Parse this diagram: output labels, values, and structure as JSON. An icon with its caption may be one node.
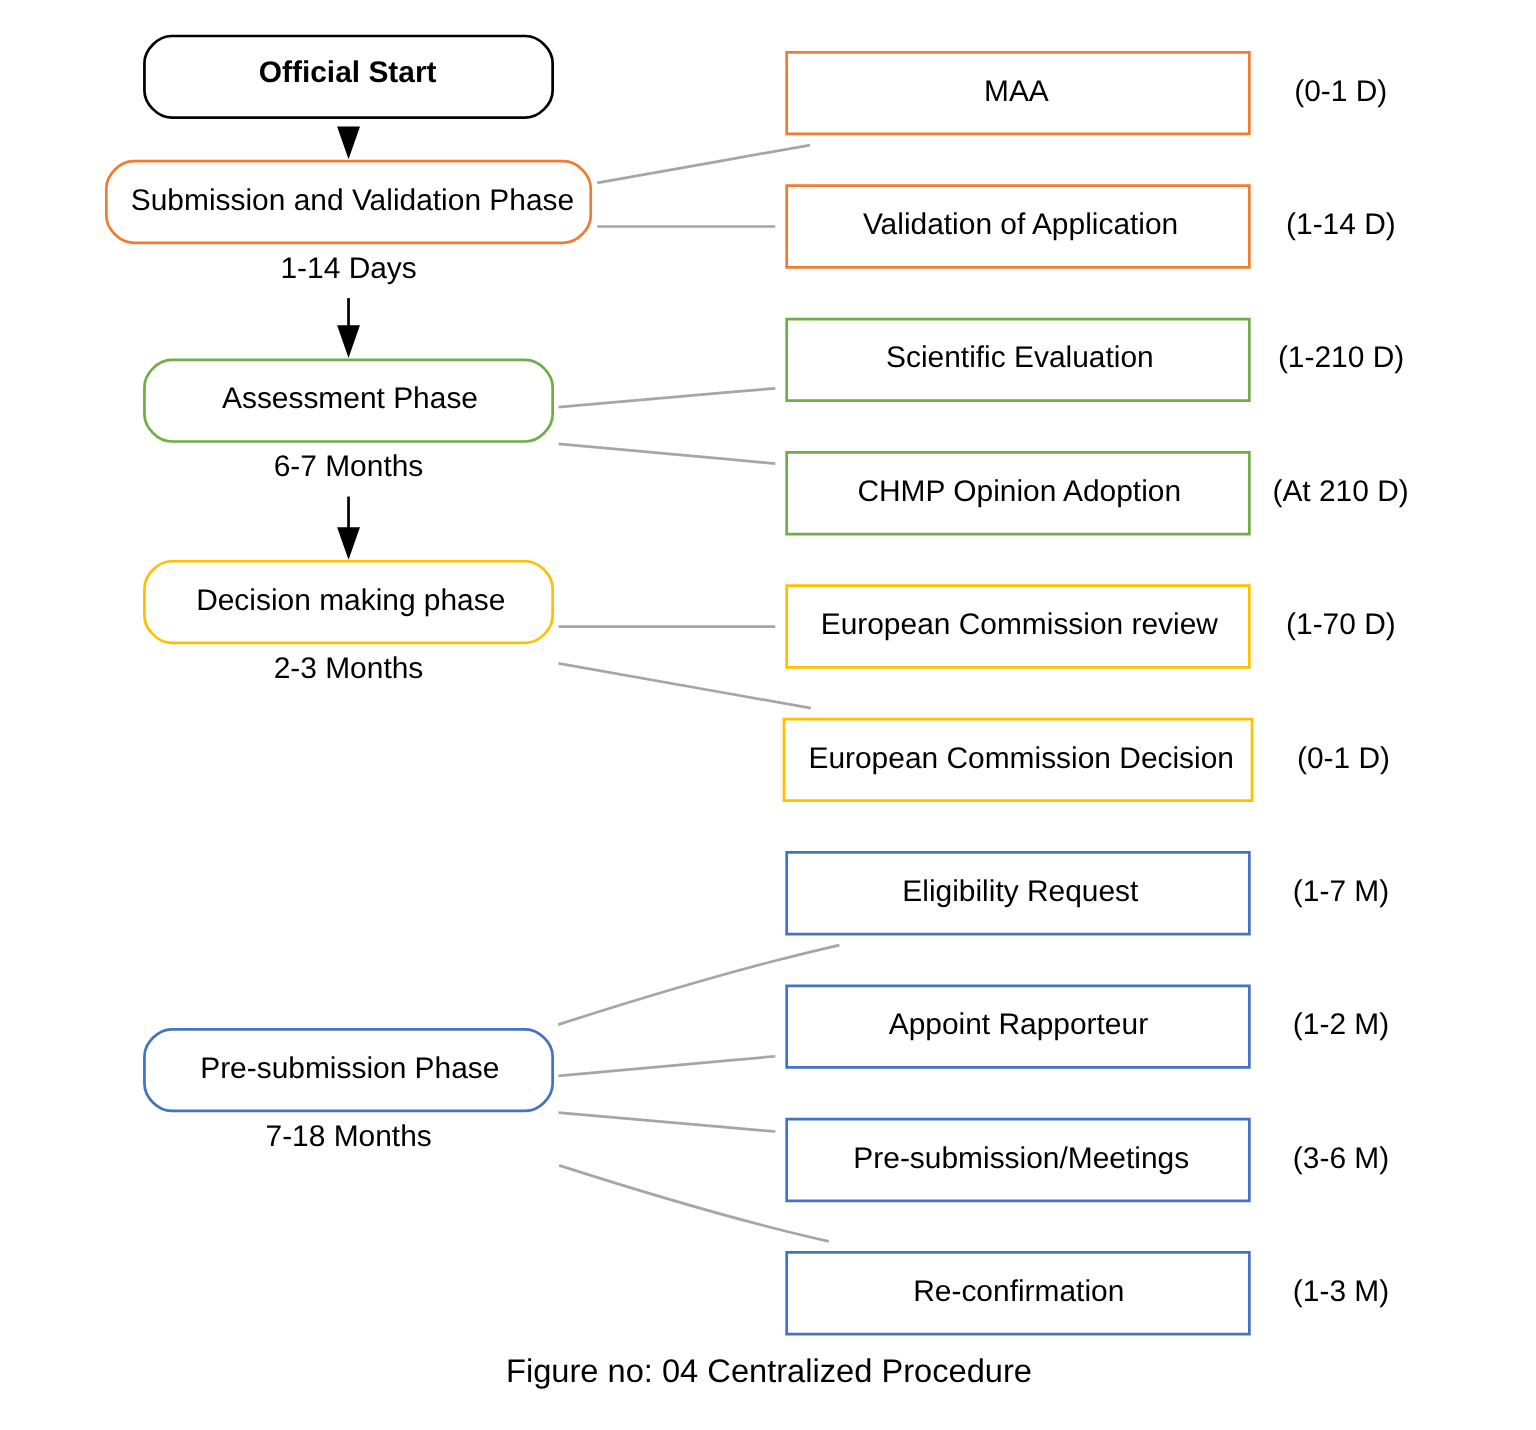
{
  "diagram": {
    "caption": "Figure no: 04 Centralized Procedure",
    "nodes": [
      {
        "text": [
          "Pre-submission Phase"
        ],
        "beside": [
          "7-18 Months"
        ]
      },
      {
        "text": [
          "Eligibility Request"
        ],
        "beside": [
          "(1-7 M)"
        ]
      },
      {
        "text": [
          "Appoint Rapporteur"
        ],
        "beside": [
          "(1-2 M)"
        ]
      },
      {
        "text": [
          "Pre-submission/Meetings"
        ],
        "beside": [
          "(3-6 M)"
        ]
      },
      {
        "text": [
          "Re-confirmation"
        ],
        "beside": [
          "(1-3 M)"
        ]
      },
      {
        "text": [
          "Official Start"
        ]
      },
      {
        "text": [
          "Submission and Validation Phase"
        ],
        "beside": [
          "1-14 Days"
        ]
      },
      {
        "text": [
          "MAA"
        ],
        "beside": [
          "(0-1 D)"
        ]
      },
      {
        "text": [
          "Validation of Application"
        ],
        "beside": [
          "(1-14 D)"
        ]
      },
      {
        "text": [
          "Assessment Phase"
        ],
        "beside": [
          "6-7 Months"
        ]
      },
      {
        "text": [
          "Scientific Evaluation"
        ],
        "beside": [
          "(1-210 D)"
        ]
      },
      {
        "text": [
          "CHMP Opinion Adoption"
        ],
        "beside": [
          "(At 210 D)"
        ]
      },
      {
        "text": [
          "Decision making phase"
        ],
        "beside": [
          "2-3 Months"
        ]
      },
      {
        "text": [
          "European Commission review"
        ],
        "beside": [
          "(1-70 D)"
        ]
      },
      {
        "text": [
          "European Commission Decision"
        ],
        "beside": [
          "(0-1 D)"
        ]
      }
    ],
    "edges": [
      {
        "from": 0,
        "to": 1,
        "arrow": "none"
      },
      {
        "from": 0,
        "to": 2,
        "arrow": "none"
      },
      {
        "from": 0,
        "to": 3,
        "arrow": "none"
      },
      {
        "from": 0,
        "to": 4,
        "arrow": "none"
      },
      {
        "from": 5,
        "to": 6,
        "arrow": "to",
        "color": "#000000"
      },
      {
        "from": 6,
        "to": 7,
        "arrow": "none"
      },
      {
        "from": 6,
        "to": 8,
        "arrow": "none"
      },
      {
        "from": 6,
        "to": 9,
        "arrow": "to",
        "color": "#000000"
      },
      {
        "from": 9,
        "to": 10,
        "arrow": "none"
      },
      {
        "from": 9,
        "to": 11,
        "arrow": "none"
      },
      {
        "from": 9,
        "to": 12,
        "arrow": "to",
        "color": "#000000"
      },
      {
        "from": 12,
        "to": 13,
        "arrow": "none"
      },
      {
        "from": 12,
        "to": 14,
        "arrow": "none"
      }
    ]
  }
}
